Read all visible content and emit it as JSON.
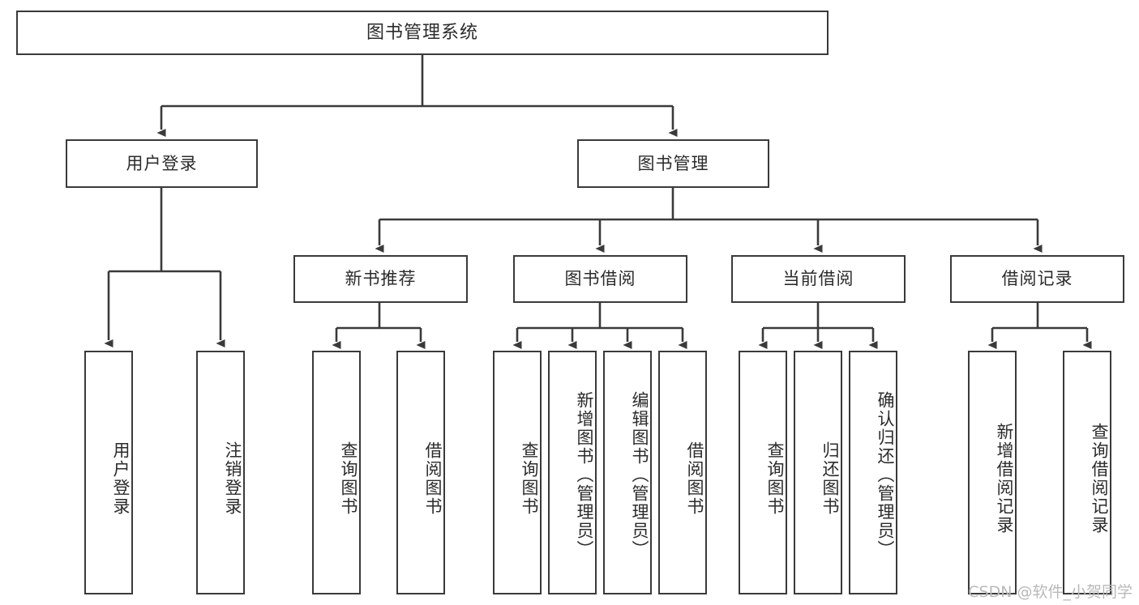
{
  "diagram": {
    "title": "图书管理系统",
    "type": "hierarchy-tree",
    "line_color": "#3a3a3a",
    "text_color": "#2b2b2b",
    "background_color": "#ffffff",
    "root": {
      "label": "图书管理系统"
    },
    "level2": [
      {
        "label": "用户登录"
      },
      {
        "label": "图书管理"
      }
    ],
    "level3": [
      {
        "label": "新书推荐"
      },
      {
        "label": "图书借阅"
      },
      {
        "label": "当前借阅"
      },
      {
        "label": "借阅记录"
      }
    ],
    "leaves": {
      "user_login": [
        {
          "label": "用户登录"
        },
        {
          "label": "注销登录"
        }
      ],
      "new_book_recommend": [
        {
          "label": "查询图书"
        },
        {
          "label": "借阅图书"
        }
      ],
      "book_borrow": [
        {
          "label": "查询图书"
        },
        {
          "label": "新增图书（管理员）"
        },
        {
          "label": "编辑图书（管理员）"
        },
        {
          "label": "借阅图书"
        }
      ],
      "current_borrow": [
        {
          "label": "查询图书"
        },
        {
          "label": "归还图书"
        },
        {
          "label": "确认归还（管理员）"
        }
      ],
      "borrow_record": [
        {
          "label": "新增借阅记录"
        },
        {
          "label": "查询借阅记录"
        }
      ]
    }
  },
  "watermark": {
    "text": "CSDN @软件_小贺同学"
  }
}
